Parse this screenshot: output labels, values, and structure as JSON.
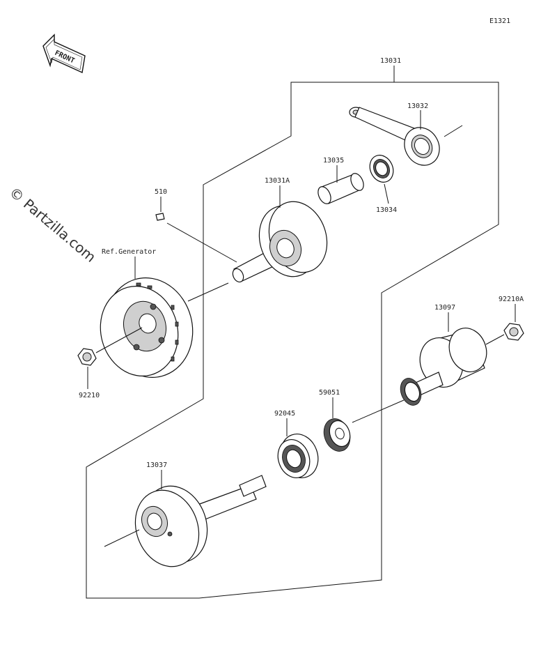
{
  "diagram_code": "E1321",
  "front_label": "FRONT",
  "watermark": "© Partzilla.com",
  "labels": {
    "p13031": "13031",
    "p13032": "13032",
    "p13035": "13035",
    "p13034": "13034",
    "p13031A": "13031A",
    "p510": "510",
    "ref_generator": "Ref.Generator",
    "p92210": "92210",
    "p92210A": "92210A",
    "p13097": "13097",
    "p59051": "59051",
    "p92045": "92045",
    "p13037": "13037"
  }
}
